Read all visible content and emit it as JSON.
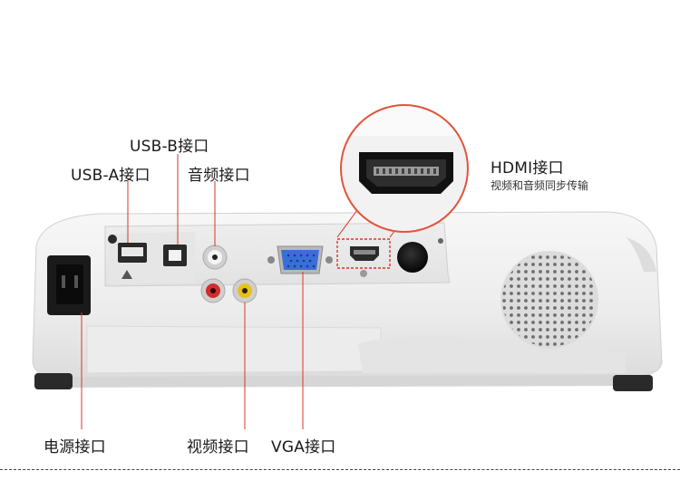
{
  "labels": {
    "usb_b": "USB-B接口",
    "usb_a": "USB-A接口",
    "audio": "音频接口",
    "hdmi": "HDMI接口",
    "hdmi_sub": "视频和音频同步传输",
    "power": "电源接口",
    "video": "视频接口",
    "vga": "VGA接口"
  },
  "colors": {
    "leader_line": "#d9362a",
    "highlight_circle": "#e0553b",
    "vga_port": "#3a6fd8",
    "rca_red": "#d32b2b",
    "rca_yellow": "#e8c21a",
    "rca_white": "#f2f2f2"
  }
}
